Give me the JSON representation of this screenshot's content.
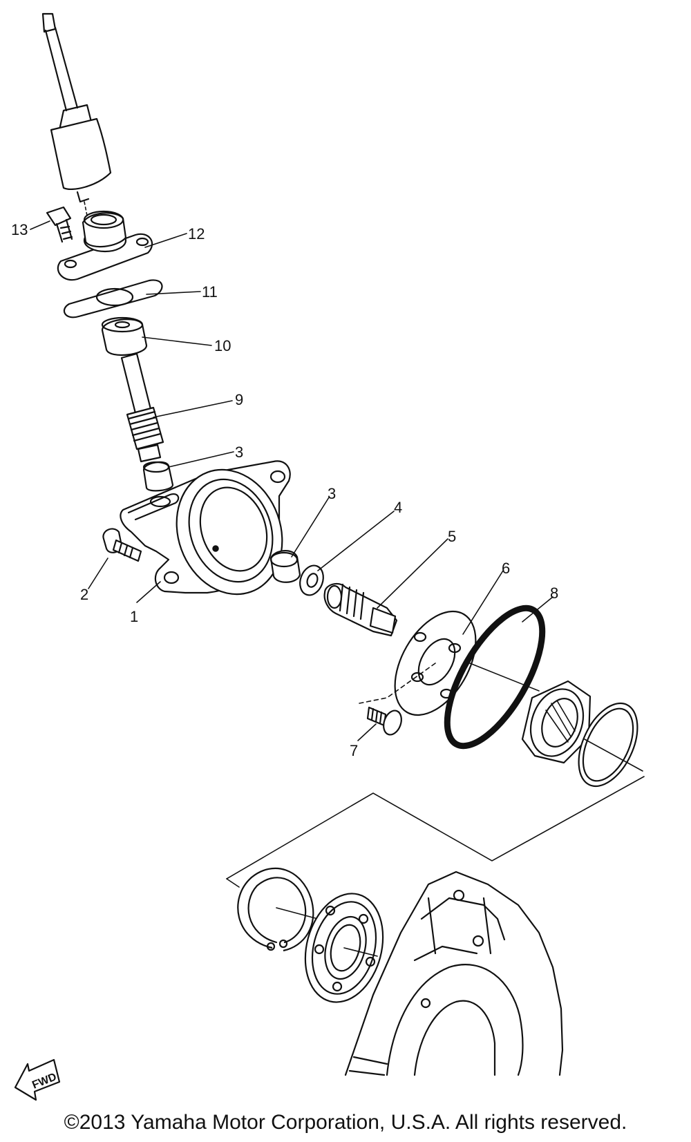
{
  "diagram": {
    "callouts": [
      {
        "id": "1",
        "label": "1"
      },
      {
        "id": "2",
        "label": "2"
      },
      {
        "id": "3a",
        "label": "3"
      },
      {
        "id": "3b",
        "label": "3"
      },
      {
        "id": "4",
        "label": "4"
      },
      {
        "id": "5",
        "label": "5"
      },
      {
        "id": "6",
        "label": "6"
      },
      {
        "id": "7",
        "label": "7"
      },
      {
        "id": "8",
        "label": "8"
      },
      {
        "id": "9",
        "label": "9"
      },
      {
        "id": "10",
        "label": "10"
      },
      {
        "id": "11",
        "label": "11"
      },
      {
        "id": "12",
        "label": "12"
      },
      {
        "id": "13",
        "label": "13"
      }
    ],
    "fwd_label": "FWD"
  },
  "footer": {
    "copyright": "©2013 Yamaha Motor Corporation, U.S.A. All rights reserved."
  }
}
